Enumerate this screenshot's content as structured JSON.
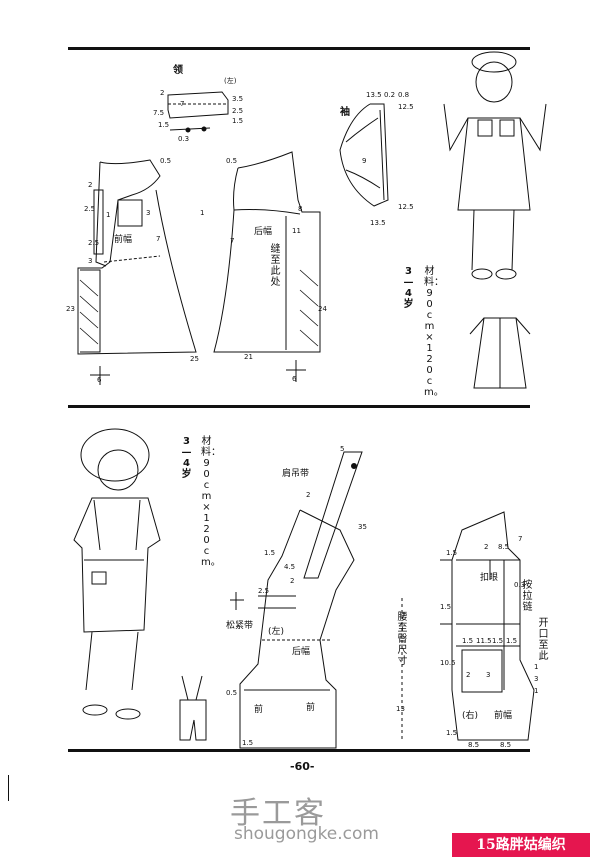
{
  "page": {
    "number": "-60-"
  },
  "watermark": {
    "text_cn": "手工客",
    "url": "shougongke.com",
    "badge": "15路胖姑编织"
  },
  "top": {
    "collar": {
      "title": "领",
      "side": "(左)",
      "nums": [
        "2",
        "7",
        "3.5",
        "7.5",
        "2.5",
        "1.5",
        "1.5",
        "0.3"
      ]
    },
    "sleeve": {
      "title": "袖",
      "nums": [
        "13.5",
        "0.2",
        "0.8",
        "12.5",
        "9",
        "12.5",
        "13.5"
      ]
    },
    "front": {
      "label": "前幅",
      "nums": [
        "0.5",
        "2",
        "2.5",
        "1",
        "3",
        "2.5",
        "7",
        "3",
        "23",
        "6",
        "25"
      ]
    },
    "back": {
      "label": "后幅",
      "note": "缝至此处",
      "nums": [
        "0.5",
        "7",
        "1",
        "8",
        "11",
        "21",
        "24",
        "6"
      ]
    },
    "age": "3—4岁",
    "material": "材料：90cm×120cm。"
  },
  "bottom": {
    "age": "3—4岁",
    "material": "材料：90cm×120cm。",
    "strap": {
      "label": "肩吊带",
      "nums": [
        "5",
        "2",
        "35",
        "1.5",
        "4.5",
        "2",
        "2.5"
      ]
    },
    "main": {
      "elastic": "松紧带",
      "left": "(左)",
      "back": "后幅",
      "front": "前",
      "front2": "前",
      "nums": [
        "0.5",
        "1.5"
      ]
    },
    "waist": {
      "label": "腰至臀尺寸",
      "num": "13"
    },
    "right": {
      "button": "扣眼",
      "zipper": "按拉链",
      "open": "开口至此",
      "side": "(右)",
      "front": "前幅",
      "nums": [
        "1.5",
        "2",
        "8.5",
        "7",
        "0.3",
        "1.5",
        "1.5",
        "11.5",
        "1.5",
        "1.5",
        "10.5",
        "2",
        "3",
        "1",
        "3",
        "1",
        "8.5",
        "8.5",
        "1.5"
      ]
    }
  }
}
